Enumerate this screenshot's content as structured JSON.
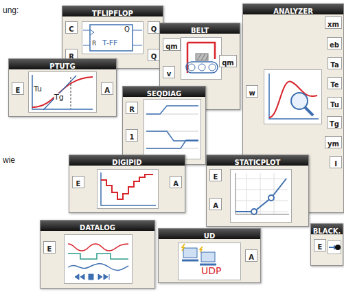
{
  "diagram": {
    "nodes": [
      {
        "text": [
          "TFLIPFLOP",
          "C",
          "R",
          "Q",
          "Q",
          "Q",
          "R",
          "T-FF"
        ]
      },
      {
        "text": [
          "BELT",
          "qm",
          "v",
          "qm"
        ]
      },
      {
        "text": [
          "ANALYZER",
          "w",
          "xm",
          "eb",
          "Ta",
          "Te",
          "Tu",
          "Tg",
          "ym",
          "I"
        ]
      },
      {
        "text": [
          "PTUTG",
          "E",
          "A",
          "Tu",
          "Tg"
        ]
      },
      {
        "text": [
          "SEQDIAG",
          "R",
          "1"
        ]
      },
      {
        "text": [
          "DIGIPID",
          "E",
          "A"
        ]
      },
      {
        "text": [
          "STATICPLOT",
          "E",
          "A"
        ]
      },
      {
        "text": [
          "DATALOG",
          "E"
        ]
      },
      {
        "text": [
          "UD",
          "A",
          "UDP"
        ]
      },
      {
        "text": [
          "BLACK.",
          "E"
        ]
      }
    ],
    "labels": [
      "ung:",
      "wie"
    ]
  }
}
